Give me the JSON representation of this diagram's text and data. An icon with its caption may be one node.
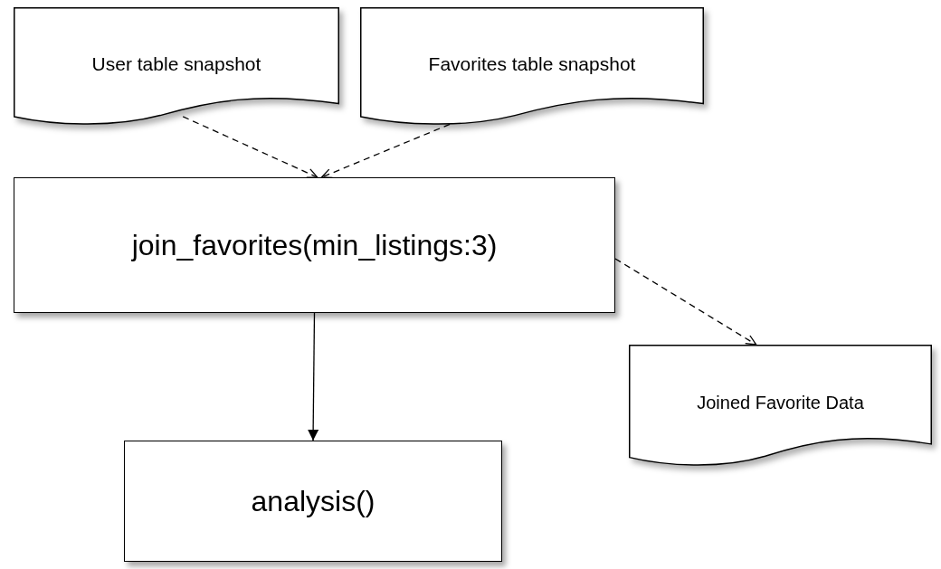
{
  "diagram": {
    "nodes": [
      {
        "text": [
          "User table snapshot"
        ]
      },
      {
        "text": [
          "Favorites table snapshot"
        ]
      },
      {
        "text": [
          "join_favorites(min_listings:3)"
        ]
      },
      {
        "text": [
          "Joined Favorite Data"
        ]
      },
      {
        "text": [
          "analysis()"
        ]
      }
    ],
    "edges": [
      {
        "from": 0,
        "to": 2,
        "arrow": "to",
        "style": "dashed"
      },
      {
        "from": 1,
        "to": 2,
        "arrow": "to",
        "style": "dashed"
      },
      {
        "from": 2,
        "to": 3,
        "arrow": "to",
        "style": "dashed"
      },
      {
        "from": 2,
        "to": 4,
        "arrow": "to"
      }
    ]
  }
}
